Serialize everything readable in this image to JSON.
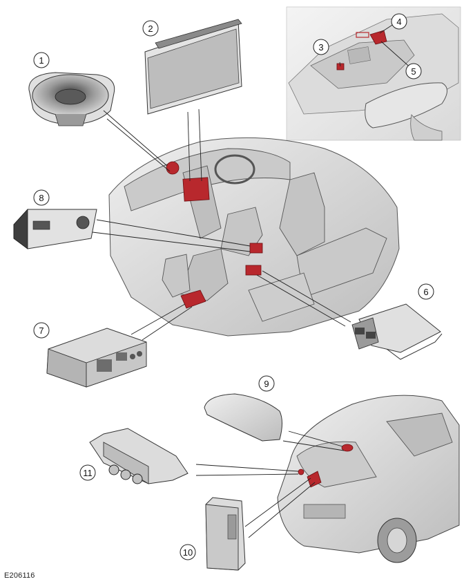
{
  "figure_id": "E206116",
  "callouts": [
    {
      "key": "c1",
      "label": "1"
    },
    {
      "key": "c2",
      "label": "2"
    },
    {
      "key": "c3",
      "label": "3"
    },
    {
      "key": "c4",
      "label": "4"
    },
    {
      "key": "c5",
      "label": "5"
    },
    {
      "key": "c6",
      "label": "6"
    },
    {
      "key": "c7",
      "label": "7"
    },
    {
      "key": "c8",
      "label": "8"
    },
    {
      "key": "c9",
      "label": "9"
    },
    {
      "key": "c10",
      "label": "10"
    },
    {
      "key": "c11",
      "label": "11"
    }
  ],
  "colors": {
    "highlight": "#b8282d",
    "vehicle_body": "#d2d2d2",
    "inset_background": "#e9e9e9"
  }
}
